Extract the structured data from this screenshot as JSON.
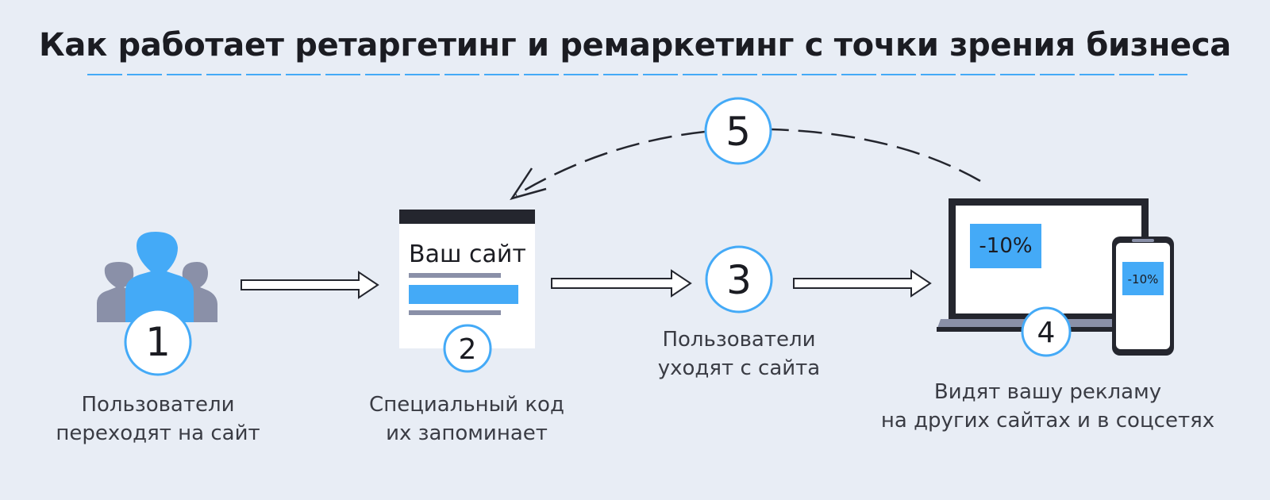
{
  "title": "Как работает ретаргетинг и ремаркетинг с точки зрения бизнеса",
  "colors": {
    "accent": "#44aaf7",
    "dark": "#24262e",
    "gray": "#8a90a8",
    "background": "#e8edf5"
  },
  "icons": {
    "users": "users-icon",
    "website": "website-icon",
    "laptop": "laptop-icon",
    "phone": "phone-icon"
  },
  "steps": [
    {
      "number": "1",
      "caption_line1": "Пользователи",
      "caption_line2": "переходят на сайт"
    },
    {
      "number": "2",
      "caption_line1": "Специальный код",
      "caption_line2": "их запоминает"
    },
    {
      "number": "3",
      "caption_line1": "Пользователи",
      "caption_line2": "уходят с сайта"
    },
    {
      "number": "4",
      "caption_line1": "Видят вашу рекламу",
      "caption_line2": "на других сайтах и в соцсетях"
    },
    {
      "number": "5"
    }
  ],
  "website": {
    "label": "Ваш сайт"
  },
  "ads": {
    "laptop_label": "-10%",
    "phone_label": "-10%"
  }
}
